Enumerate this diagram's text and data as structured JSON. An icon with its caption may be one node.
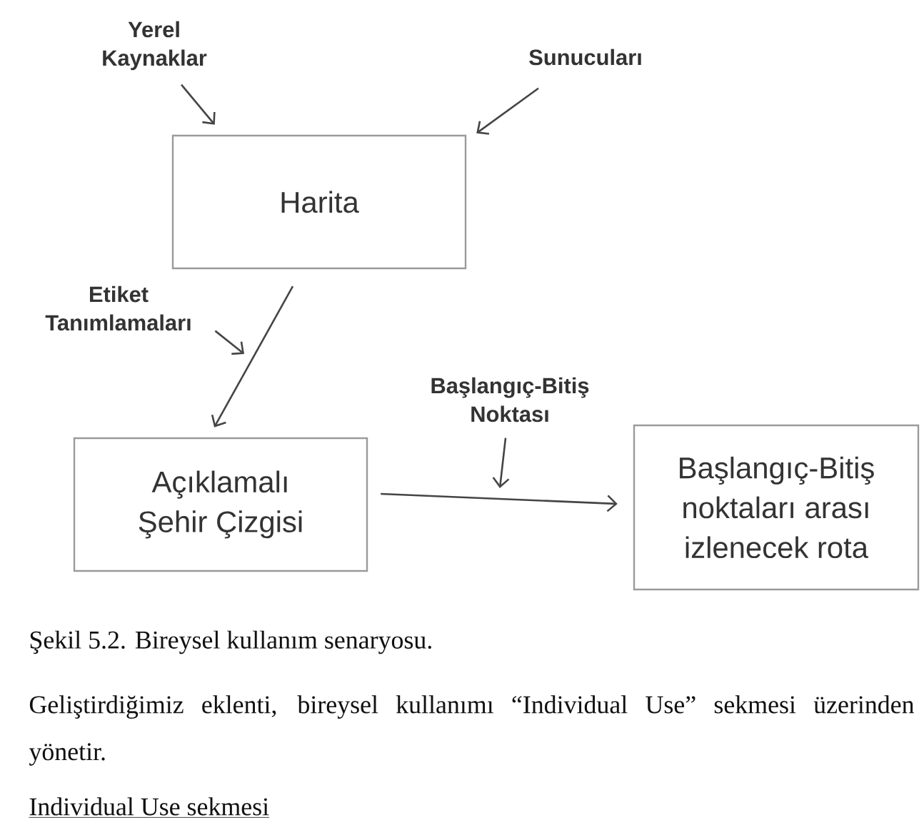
{
  "diagram": {
    "caption": "Şekil 5.2. Bireysel kullanım senaryosu.",
    "nodes": [
      {
        "text": [
          "Yerel Kaynaklar"
        ]
      },
      {
        "text": [
          "Sunucuları"
        ]
      },
      {
        "text": [
          "Harita"
        ]
      },
      {
        "text": [
          "Etiket Tanımlamaları"
        ]
      },
      {
        "text": [
          "Açıklamalı Şehir Çizgisi"
        ]
      },
      {
        "text": [
          "Başlangıç-Bitiş Noktası"
        ]
      },
      {
        "text": [
          "Başlangıç-Bitiş noktaları arası izlenecek rota"
        ]
      }
    ],
    "edges": [
      {
        "from": 0,
        "to": 2,
        "arrow": "to"
      },
      {
        "from": 1,
        "to": 2,
        "arrow": "to"
      },
      {
        "from": 2,
        "to": 4,
        "arrow": "to"
      },
      {
        "from": 3,
        "to": null,
        "arrow": "to"
      },
      {
        "from": 4,
        "to": 6,
        "arrow": "to"
      },
      {
        "from": 5,
        "to": null,
        "arrow": "to"
      }
    ],
    "labels": [
      "Geliştirdiğimiz eklenti, bireysel kullanımı “Individual Use” sekmesi üzerinden yönetir.",
      "Individual Use sekmesi"
    ]
  }
}
